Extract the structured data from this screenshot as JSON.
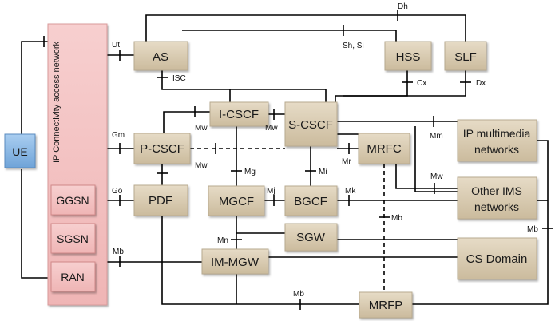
{
  "diagram": {
    "colors": {
      "node_fill": "#d9ccb4",
      "node_stroke": "#b8aa90",
      "ue_fill": "#8fbbe6",
      "access_fill": "#f4c4c4",
      "access_stroke": "#d99a9a",
      "line": "#000000"
    },
    "access_network_label": "IP Connectivity access network",
    "nodes": {
      "ue": "UE",
      "ggsn": "GGSN",
      "sgsn": "SGSN",
      "ran": "RAN",
      "as": "AS",
      "hss": "HSS",
      "slf": "SLF",
      "icscf": "I-CSCF",
      "scscf": "S-CSCF",
      "pcscf": "P-CSCF",
      "mrfc": "MRFC",
      "pdf": "PDF",
      "mgcf": "MGCF",
      "bgcf": "BGCF",
      "sgw": "SGW",
      "immgw": "IM-MGW",
      "mrfp": "MRFP",
      "ipmm_line1": "IP multimedia",
      "ipmm_line2": "networks",
      "otherims_line1": "Other IMS",
      "otherims_line2": "networks",
      "cs": "CS Domain"
    },
    "interfaces": {
      "dh": "Dh",
      "ut": "Ut",
      "shsi": "Sh, Si",
      "isc": "ISC",
      "cx": "Cx",
      "dx": "Dx",
      "gm": "Gm",
      "mw1": "Mw",
      "mw2": "Mw",
      "mw3": "Mw",
      "mw4": "Mw",
      "mm": "Mm",
      "mr": "Mr",
      "mg": "Mg",
      "mi": "Mi",
      "mj": "Mj",
      "mk": "Mk",
      "go": "Go",
      "mb1": "Mb",
      "mb2": "Mb",
      "mb3": "Mb",
      "mb4": "Mb",
      "mn": "Mn"
    }
  }
}
